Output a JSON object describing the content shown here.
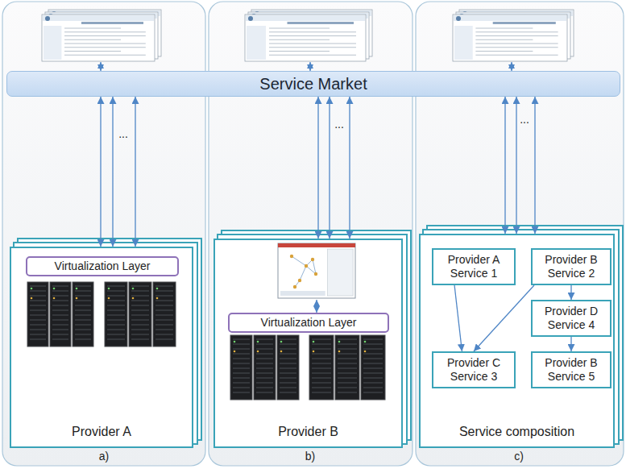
{
  "diagram": {
    "nodes": [
      {
        "text": [
          "Service Market"
        ]
      },
      {
        "text": [
          "Provider A"
        ]
      },
      {
        "text": [
          "Virtualization Layer"
        ],
        "in": 1
      },
      {
        "text": [
          "Provider B"
        ]
      },
      {
        "text": [
          "Virtualization Layer"
        ],
        "in": 3
      },
      {
        "text": [
          "Service composition"
        ]
      },
      {
        "text": [
          "Provider A Service 1"
        ],
        "in": 5
      },
      {
        "text": [
          "Provider B Service 2"
        ],
        "in": 5
      },
      {
        "text": [
          "Provider D Service 4"
        ],
        "in": 5
      },
      {
        "text": [
          "Provider C Service 3"
        ],
        "in": 5
      },
      {
        "text": [
          "Provider B Service 5"
        ],
        "in": 5
      }
    ],
    "edges": [
      {
        "from": 1,
        "to": 0,
        "arrow": "both"
      },
      {
        "from": 1,
        "to": 0,
        "arrow": "both"
      },
      {
        "from": 1,
        "to": 0,
        "arrow": "both"
      },
      {
        "from": 3,
        "to": 0,
        "arrow": "both"
      },
      {
        "from": 3,
        "to": 0,
        "arrow": "both"
      },
      {
        "from": 3,
        "to": 0,
        "arrow": "both"
      },
      {
        "from": 5,
        "to": 0,
        "arrow": "both"
      },
      {
        "from": 5,
        "to": 0,
        "arrow": "both"
      },
      {
        "from": 5,
        "to": 0,
        "arrow": "both"
      },
      {
        "from": 6,
        "to": 9,
        "arrow": "to"
      },
      {
        "from": 7,
        "to": 9,
        "arrow": "to"
      },
      {
        "from": 7,
        "to": 8,
        "arrow": "to"
      },
      {
        "from": 8,
        "to": 10,
        "arrow": "to"
      }
    ],
    "labels": [
      "...",
      "...",
      "...",
      "a)",
      "b)",
      "c)"
    ]
  }
}
